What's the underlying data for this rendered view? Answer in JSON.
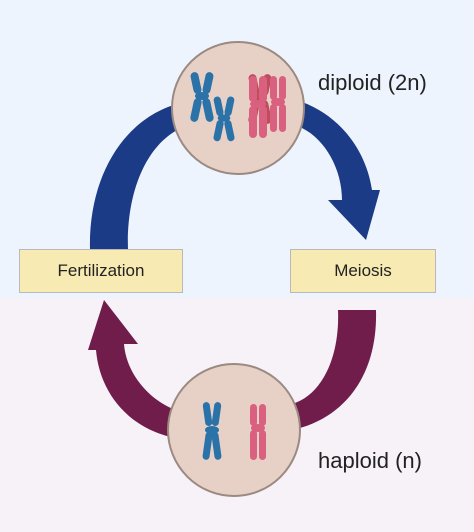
{
  "labels": {
    "diploid": "diploid (2n)",
    "haploid": "haploid (n)",
    "fertilization": "Fertilization",
    "meiosis": "Meiosis"
  },
  "colors": {
    "top_background": "#eef4fd",
    "bottom_background": "#f7f1f8",
    "diploid_arrow": "#1c3b86",
    "haploid_arrow": "#711d4b",
    "cell_fill": "#e7d1c7",
    "cell_border": "#9a8a82",
    "chromosome_blue": "#2b72a8",
    "chromosome_pink": "#d9607f",
    "box_fill": "#f7eab3"
  },
  "icons": [
    "diploid-cell",
    "haploid-cell",
    "chromosome"
  ]
}
